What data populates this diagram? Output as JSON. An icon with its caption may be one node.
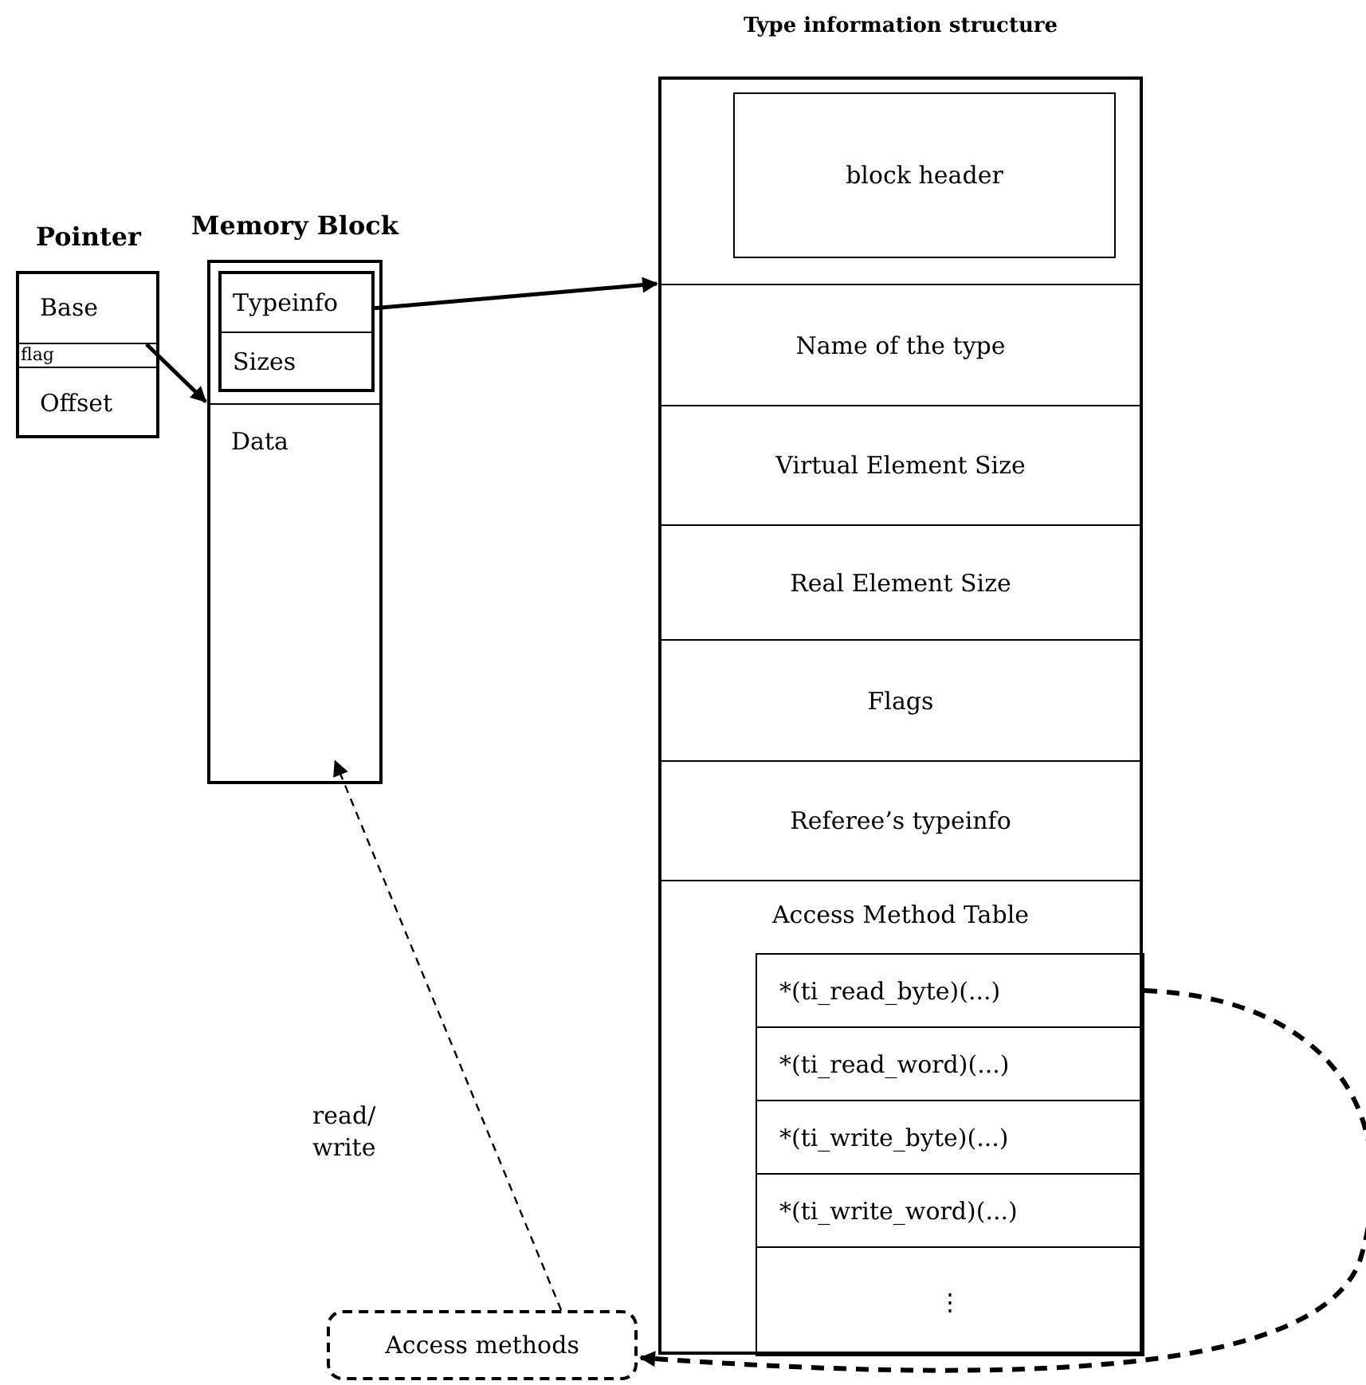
{
  "diagram": {
    "nodes": [
      {
        "text": [
          "Pointer"
        ]
      },
      {
        "text": [
          "Base"
        ],
        "in": 0
      },
      {
        "text": [
          "flag"
        ],
        "in": 0
      },
      {
        "text": [
          "Offset"
        ],
        "in": 0
      },
      {
        "text": [
          "Memory Block"
        ]
      },
      {
        "text": [
          "Typeinfo"
        ],
        "in": 4
      },
      {
        "text": [
          "Sizes"
        ],
        "in": 4
      },
      {
        "text": [
          "Data"
        ],
        "in": 4
      },
      {
        "text": [
          "Type information structure"
        ]
      },
      {
        "text": [
          "block header"
        ],
        "in": 8
      },
      {
        "text": [
          "Name of the type"
        ],
        "in": 8
      },
      {
        "text": [
          "Virtual Element Size"
        ],
        "in": 8
      },
      {
        "text": [
          "Real Element Size"
        ],
        "in": 8
      },
      {
        "text": [
          "Flags"
        ],
        "in": 8
      },
      {
        "text": [
          "Referee’s typeinfo"
        ],
        "in": 8
      },
      {
        "text": [
          "Access Method Table"
        ],
        "in": 8
      },
      {
        "text": [
          "*(ti_read_byte)(...)"
        ],
        "in": 15
      },
      {
        "text": [
          "*(ti_read_word)(...)"
        ],
        "in": 15
      },
      {
        "text": [
          "*(ti_write_byte)(...)"
        ],
        "in": 15
      },
      {
        "text": [
          "*(ti_write_word)(...)"
        ],
        "in": 15
      },
      {
        "text": [
          "⋮"
        ],
        "in": 15
      },
      {
        "text": [
          "Access methods"
        ]
      }
    ],
    "edges": [
      {
        "from": 1,
        "to": 7,
        "arrow": "to"
      },
      {
        "from": 5,
        "to": 8,
        "arrow": "to"
      },
      {
        "from": 16,
        "to": 21,
        "arrow": "to",
        "style": "dashed"
      },
      {
        "from": 21,
        "to": 7,
        "arrow": "to",
        "style": "dashed",
        "label": "read/ write"
      }
    ]
  }
}
